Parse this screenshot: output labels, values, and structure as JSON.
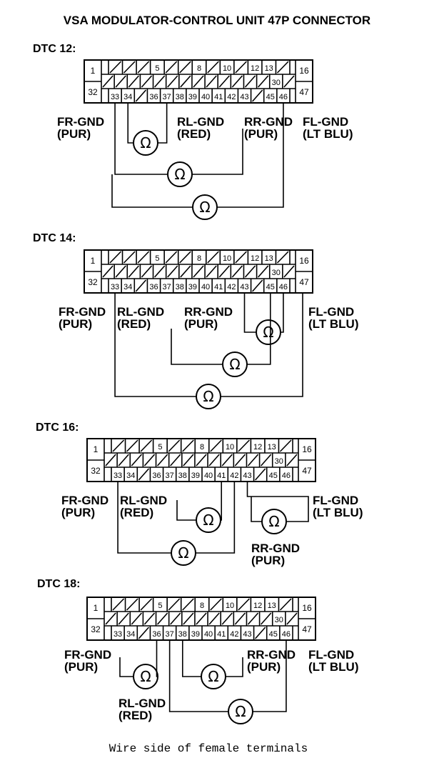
{
  "title": "VSA MODULATOR-CONTROL UNIT 47P CONNECTOR",
  "footer": "Wire side of female terminals",
  "connector": {
    "side_labels": [
      "1",
      "32",
      "16",
      "47"
    ],
    "row1": [
      "",
      "",
      "",
      "5",
      "",
      "",
      "8",
      "",
      "10",
      "",
      "12",
      "13",
      ""
    ],
    "row2": [
      "",
      "",
      "",
      "",
      "",
      "",
      "",
      "",
      "",
      "",
      "",
      "",
      "",
      "30",
      ""
    ],
    "row3": [
      "33",
      "34",
      "",
      "36",
      "37",
      "38",
      "39",
      "40",
      "41",
      "42",
      "43",
      "",
      "45",
      "46"
    ]
  },
  "ohm_symbol": "Ω",
  "diagrams": [
    {
      "dtc": "DTC 12:",
      "labels": {
        "fr_gnd": [
          "FR-GND",
          "(PUR)"
        ],
        "rl_gnd": [
          "RL-GND",
          "(RED)"
        ],
        "rr_gnd": [
          "RR-GND",
          "(PUR)"
        ],
        "fl_gnd": [
          "FL-GND",
          "(LT BLU)"
        ]
      }
    },
    {
      "dtc": "DTC 14:",
      "labels": {
        "fr_gnd": [
          "FR-GND",
          "(PUR)"
        ],
        "rl_gnd": [
          "RL-GND",
          "(RED)"
        ],
        "rr_gnd": [
          "RR-GND",
          "(PUR)"
        ],
        "fl_gnd": [
          "FL-GND",
          "(LT BLU)"
        ]
      }
    },
    {
      "dtc": "DTC 16:",
      "labels": {
        "fr_gnd": [
          "FR-GND",
          "(PUR)"
        ],
        "rl_gnd": [
          "RL-GND",
          "(RED)"
        ],
        "rr_gnd": [
          "RR-GND",
          "(PUR)"
        ],
        "fl_gnd": [
          "FL-GND",
          "(LT BLU)"
        ]
      }
    },
    {
      "dtc": "DTC 18:",
      "labels": {
        "fr_gnd": [
          "FR-GND",
          "(PUR)"
        ],
        "rl_gnd": [
          "RL-GND",
          "(RED)"
        ],
        "rr_gnd": [
          "RR-GND",
          "(PUR)"
        ],
        "fl_gnd": [
          "FL-GND",
          "(LT BLU)"
        ]
      }
    }
  ]
}
